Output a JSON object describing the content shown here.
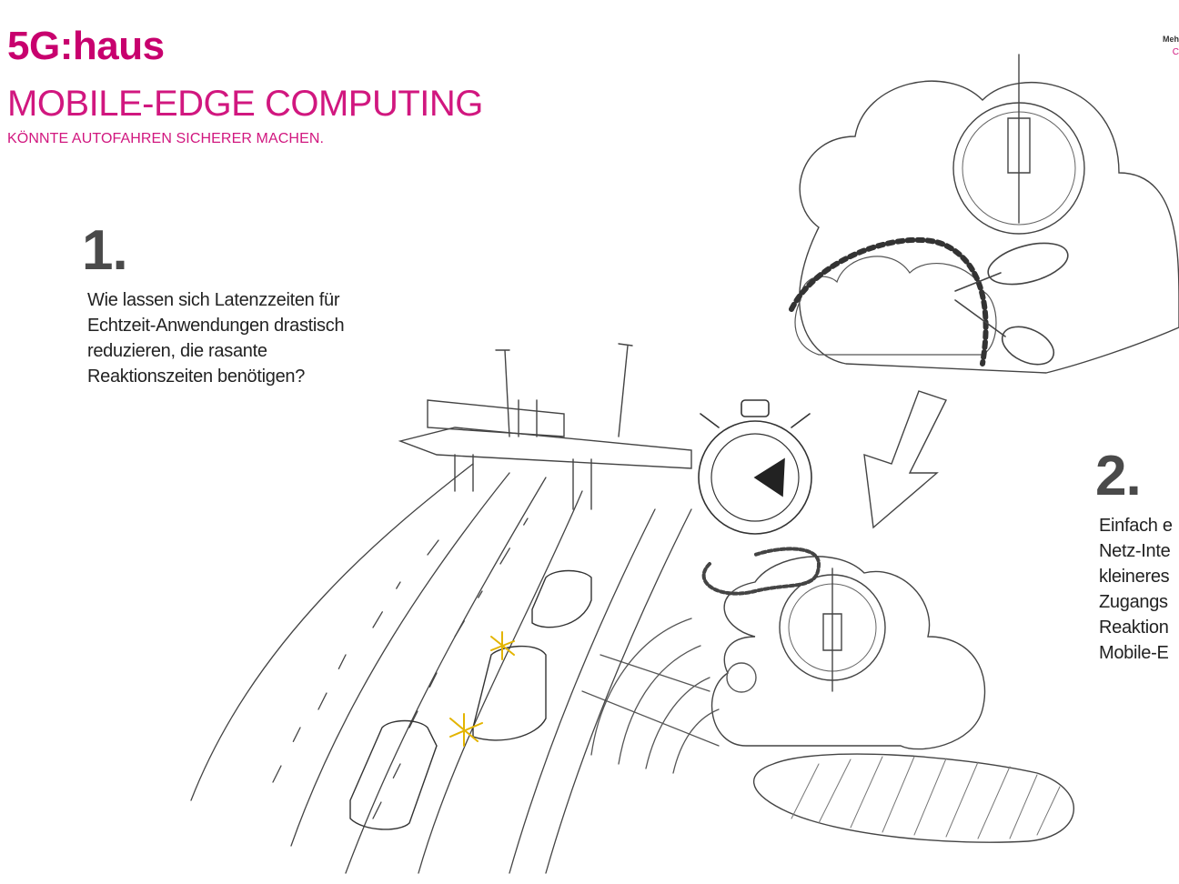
{
  "header": {
    "brand": "5G:haus",
    "headline": "MOBILE-EDGE COMPUTING",
    "subline": "KÖNNTE AUTOFAHREN SICHERER MACHEN."
  },
  "corner": {
    "line1": "Meh",
    "line2": "C"
  },
  "step1": {
    "number": "1.",
    "lines": [
      "Wie lassen sich Latenzzeiten für",
      "Echtzeit-Anwendungen drastisch",
      "reduzieren, die rasante",
      "Reaktionszeiten benötigen?"
    ]
  },
  "step2": {
    "number": "2.",
    "lines": [
      "Einfach e",
      "Netz-Inte",
      "kleineres",
      "Zugangs",
      "Reaktion",
      "Mobile-E"
    ]
  },
  "colors": {
    "magenta": "#c8006e",
    "text": "#222222",
    "number": "#4a4a4a"
  }
}
